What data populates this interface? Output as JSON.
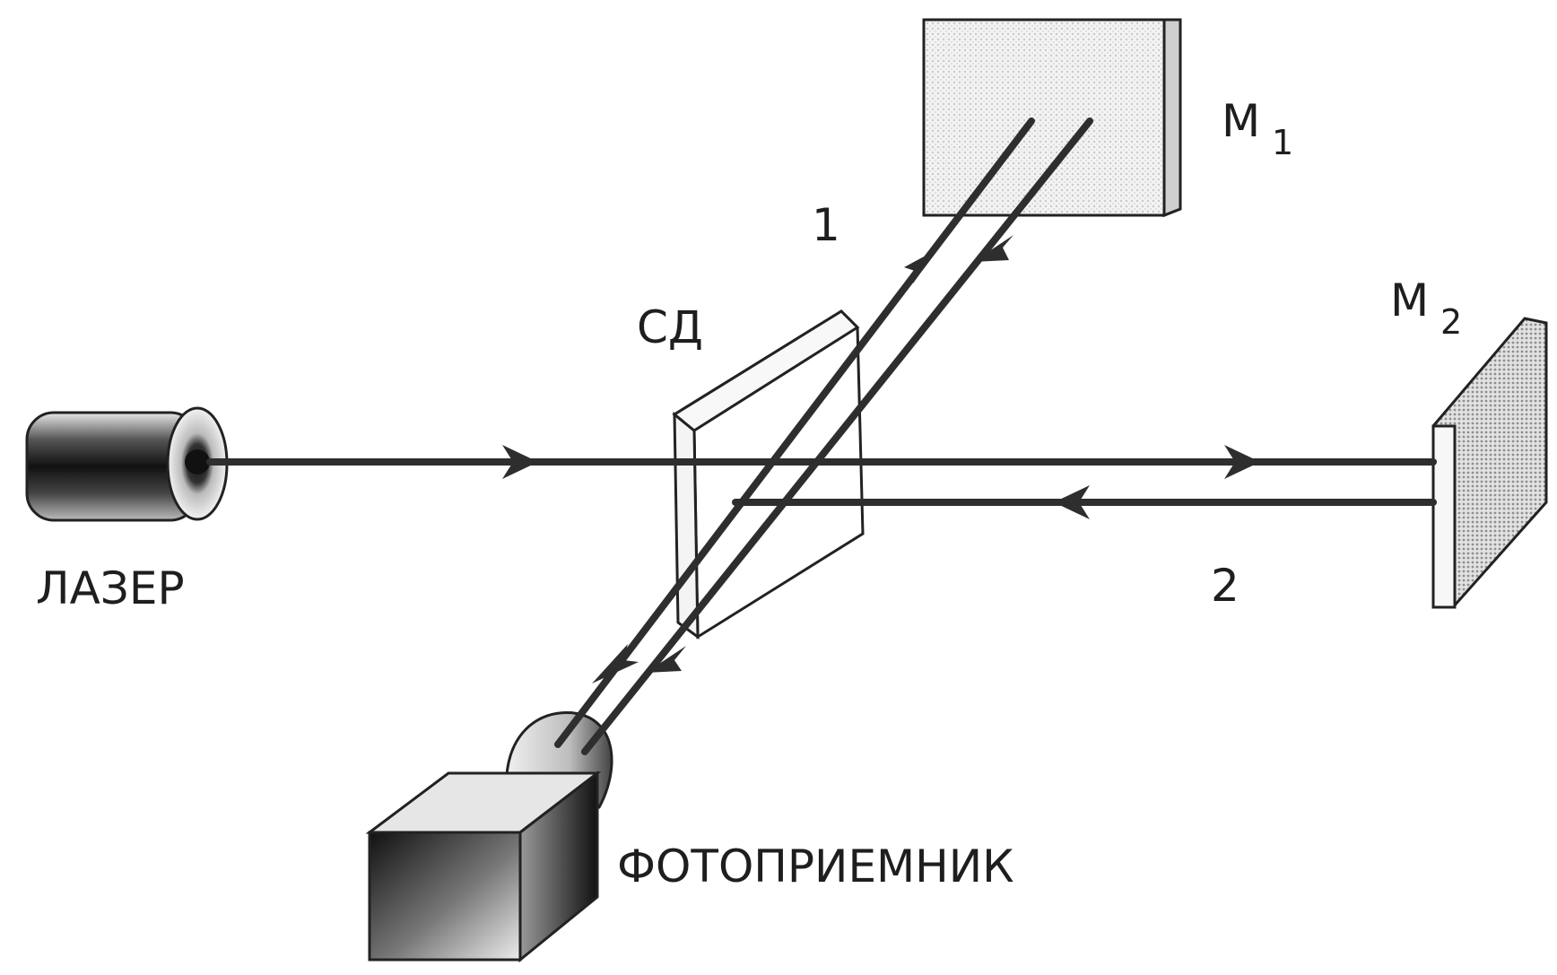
{
  "labels": {
    "mirror1": "M",
    "mirror1_sub": "1",
    "mirror2": "M",
    "mirror2_sub": "2",
    "beam1": "1",
    "beam2": "2",
    "splitter": "СД",
    "laser": "ЛАЗЕР",
    "detector": "ФОТОПРИЕМНИК"
  },
  "colors": {
    "ink": "#2e2e2e",
    "paper": "#ffffff"
  }
}
